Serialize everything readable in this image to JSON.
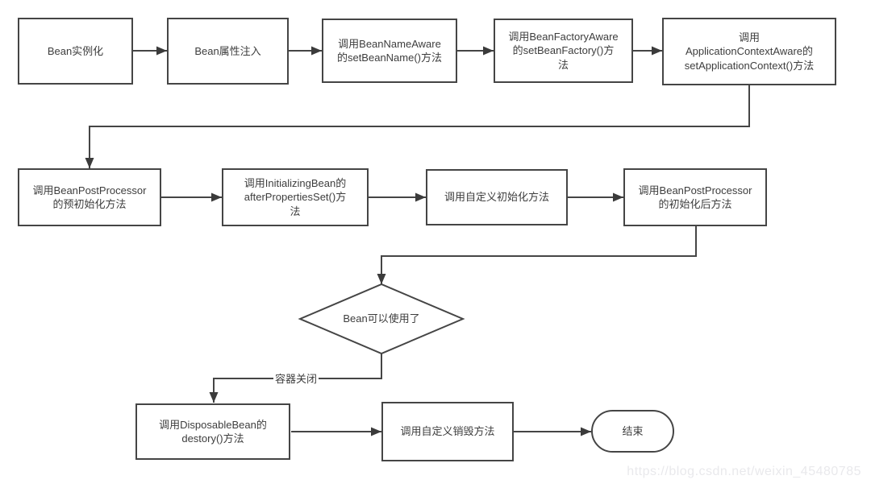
{
  "diagram": {
    "nodes": [
      {
        "id": "bean-instantiate",
        "type": "process",
        "label": "Bean实例化"
      },
      {
        "id": "property-inject",
        "type": "process",
        "label": "Bean属性注入"
      },
      {
        "id": "set-bean-name",
        "type": "process",
        "label": "调用BeanNameAware\n的setBeanName()方法"
      },
      {
        "id": "set-bean-factory",
        "type": "process",
        "label": "调用BeanFactoryAware\n的setBeanFactory()方\n法"
      },
      {
        "id": "set-application-context",
        "type": "process",
        "label": "调用\nApplicationContextAware的\nsetApplicationContext()方法"
      },
      {
        "id": "post-processor-before",
        "type": "process",
        "label": "调用BeanPostProcessor\n的预初始化方法"
      },
      {
        "id": "after-properties-set",
        "type": "process",
        "label": "调用InitializingBean的\nafterPropertiesSet()方\n法"
      },
      {
        "id": "custom-init",
        "type": "process",
        "label": "调用自定义初始化方法"
      },
      {
        "id": "post-processor-after",
        "type": "process",
        "label": "调用BeanPostProcessor\n的初始化后方法"
      },
      {
        "id": "bean-ready",
        "type": "decision",
        "label": "Bean可以使用了"
      },
      {
        "id": "disposable-destroy",
        "type": "process",
        "label": "调用DisposableBean的\ndestory()方法"
      },
      {
        "id": "custom-destroy",
        "type": "process",
        "label": "调用自定义销毁方法"
      },
      {
        "id": "end",
        "type": "terminal",
        "label": "结束"
      }
    ],
    "edge_label": "容器关闭",
    "watermark": "https://blog.csdn.net/weixin_45480785",
    "colors": {
      "line": "#454545",
      "text": "#3d3d3d",
      "background": "#ffffff",
      "watermark": "#e9e9ec"
    }
  }
}
